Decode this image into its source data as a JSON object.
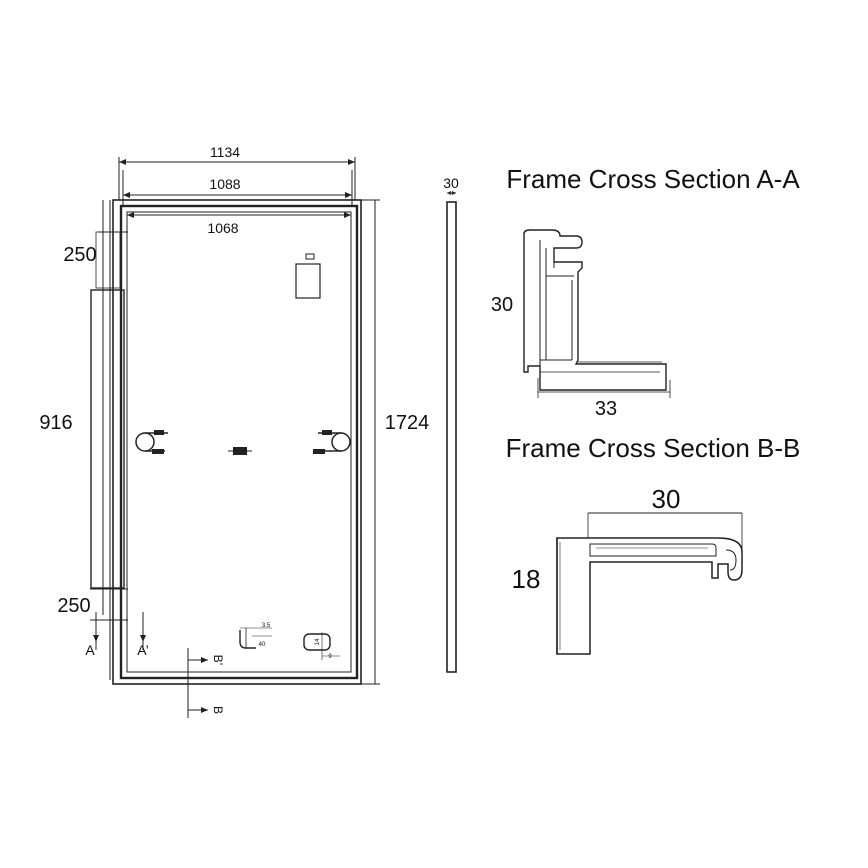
{
  "panel": {
    "width_outer": "1134",
    "width_frame": "1088",
    "width_inner": "1068",
    "height": "1724",
    "top_offset": "250",
    "mid_span": "916",
    "bottom_offset": "250",
    "thickness": "30",
    "section_a_left": "A",
    "section_a_right": "A’",
    "section_b_top": "B’",
    "section_b_bottom": "B",
    "small_dim_1": "3.5",
    "small_dim_2": "9",
    "small_dim_3": "14",
    "small_dim_4": "40"
  },
  "section_aa": {
    "title": "Frame Cross Section A-A",
    "height": "30",
    "width": "33"
  },
  "section_bb": {
    "title": "Frame Cross Section B-B",
    "width": "30",
    "height": "18"
  }
}
